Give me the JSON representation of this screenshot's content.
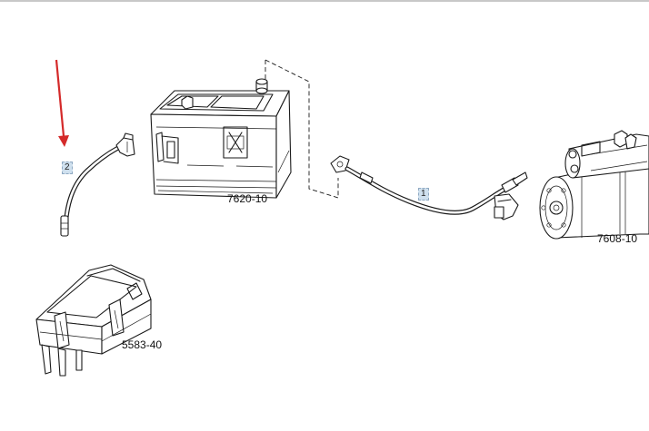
{
  "diagram": {
    "callouts": {
      "cable_2": "2",
      "cable_1": "1"
    },
    "part_labels": {
      "battery": "7620-10",
      "starter_motor": "7608-10",
      "fuse_box": "5583-40"
    },
    "colors": {
      "arrow": "#d42a2a",
      "callout_bg": "#cfe0ee",
      "line": "#1a1a1a"
    }
  }
}
